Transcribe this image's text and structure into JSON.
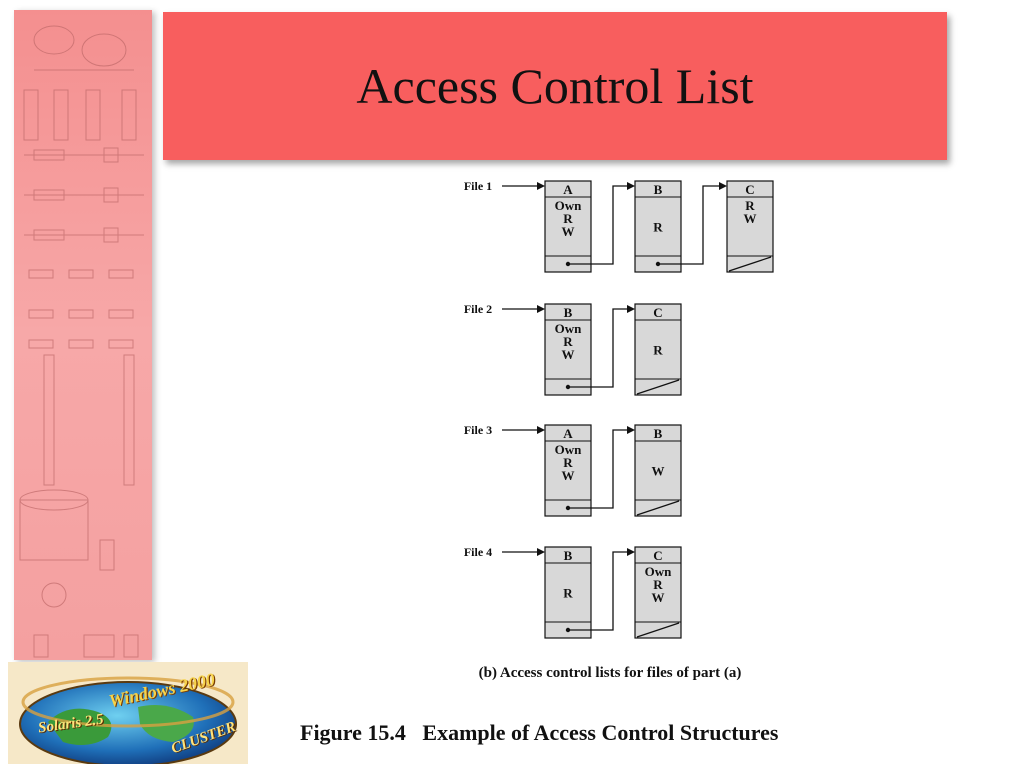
{
  "slide": {
    "title": "Access Control List"
  },
  "diagram": {
    "files": [
      {
        "label": "File 1",
        "nodes": [
          {
            "user": "A",
            "rights": [
              "Own",
              "R",
              "W"
            ]
          },
          {
            "user": "B",
            "rights": [
              "R"
            ]
          },
          {
            "user": "C",
            "rights": [
              "R",
              "W"
            ]
          }
        ]
      },
      {
        "label": "File 2",
        "nodes": [
          {
            "user": "B",
            "rights": [
              "Own",
              "R",
              "W"
            ]
          },
          {
            "user": "C",
            "rights": [
              "R"
            ]
          }
        ]
      },
      {
        "label": "File 3",
        "nodes": [
          {
            "user": "A",
            "rights": [
              "Own",
              "R",
              "W"
            ]
          },
          {
            "user": "B",
            "rights": [
              "W"
            ]
          }
        ]
      },
      {
        "label": "File 4",
        "nodes": [
          {
            "user": "B",
            "rights": [
              "R"
            ]
          },
          {
            "user": "C",
            "rights": [
              "Own",
              "R",
              "W"
            ]
          }
        ]
      }
    ],
    "subcaption": "(b) Access control lists for files of part (a)",
    "caption": "Figure 15.4   Example of Access Control Structures"
  },
  "logo": {
    "line1": "Windows 2000",
    "line2": "Solaris 2.5",
    "line3": "CLUSTER"
  },
  "colors": {
    "title_bar": "#f85e5e",
    "sidebar": "#f48f8f",
    "node_fill": "#d8d8d8"
  }
}
